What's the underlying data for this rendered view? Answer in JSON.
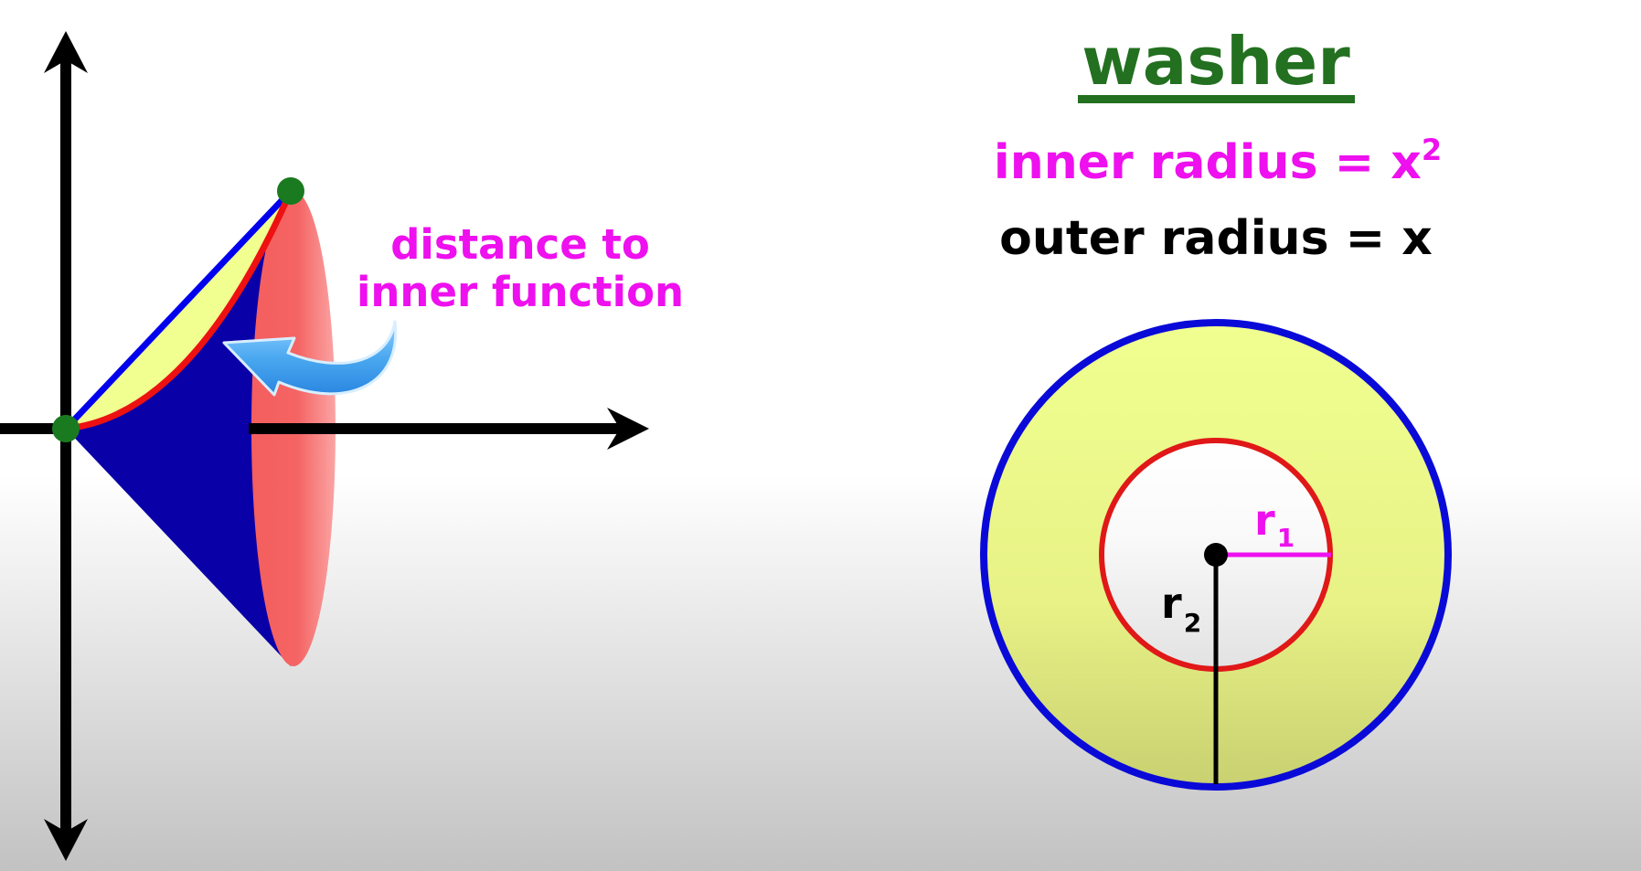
{
  "title": {
    "text": "washer",
    "color": "#237020"
  },
  "formulas": {
    "inner": {
      "text": "inner radius = x",
      "superscript": "2",
      "color": "#ee10ee"
    },
    "outer": {
      "text": "outer radius = x",
      "color": "#000000"
    }
  },
  "annotation": {
    "line1": "distance to",
    "line2": "inner function",
    "color": "#ee10ee",
    "arrow_icon": "curved-arrow-icon",
    "arrow_color": "#4aa8f0"
  },
  "graph": {
    "axis_color": "#000000",
    "point_color": "#1a7a1f",
    "outer_function": {
      "expression": "y = x",
      "color": "#0000ee"
    },
    "inner_function": {
      "expression": "y = x^2",
      "color": "#ee1111"
    },
    "region_fill": "#f0ff90",
    "solid_fill": "#0a00a8",
    "disk_fill": "#f56464"
  },
  "washer_diagram": {
    "outer_circle_color": "#0a0ad8",
    "inner_circle_color": "#e01818",
    "ring_fill": "#eef88a",
    "r1": {
      "label": "r",
      "subscript": "1",
      "color": "#ee10ee"
    },
    "r2": {
      "label": "r",
      "subscript": "2",
      "color": "#000000"
    }
  }
}
